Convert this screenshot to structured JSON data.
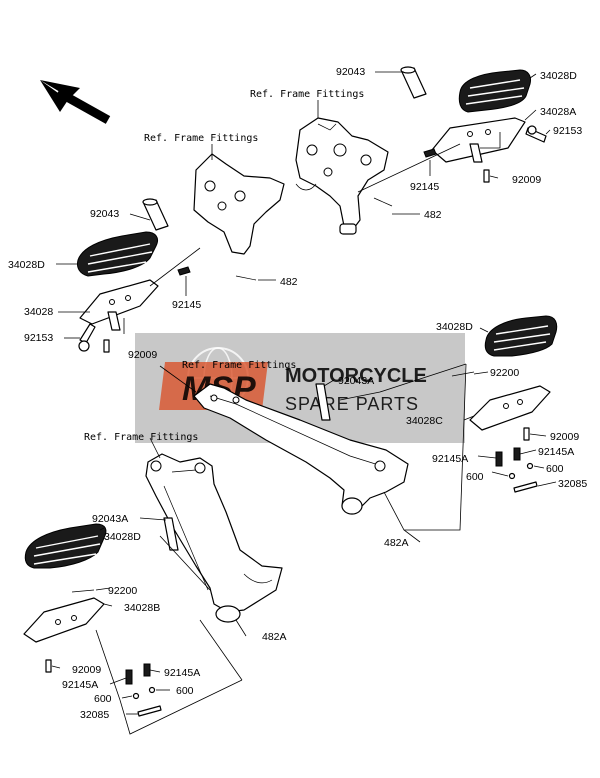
{
  "labels": {
    "ref_frame_top": "Ref. Frame Fittings",
    "ref_frame_left": "Ref. Frame Fittings",
    "ref_frame_mid": "Ref. Frame Fittings",
    "ref_frame_bottom": "Ref. Frame Fittings",
    "p92043_tr": "92043",
    "p34028D_tr": "34028D",
    "p34028A": "34028A",
    "p92153_tr": "92153",
    "p92145_tr": "92145",
    "p92009_tr": "92009",
    "p482_tr": "482",
    "p92043_l": "92043",
    "p34028D_l": "34028D",
    "p92145_l": "92145",
    "p482_l": "482",
    "p34028": "34028",
    "p92153_l": "92153",
    "p92009_l": "92009",
    "p34028D_mr": "34028D",
    "p92043A_m": "92043A",
    "p92200_r": "92200",
    "p34028C": "34028C",
    "p92009_r": "92009",
    "p92145A_r1": "92145A",
    "p92145A_r2": "92145A",
    "p600_r1": "600",
    "p600_r2": "600",
    "p32085_r": "32085",
    "p482A_m": "482A",
    "p92043A_b": "92043A",
    "p34028D_b": "34028D",
    "p92200_b": "92200",
    "p34028B": "34028B",
    "p482A_b": "482A",
    "p92009_b": "92009",
    "p92145A_b1": "92145A",
    "p92145A_b2": "92145A",
    "p600_b1": "600",
    "p600_b2": "600",
    "p32085_b": "32085"
  },
  "watermark": {
    "logo": "MSP",
    "line1": "MOTORCYCLE",
    "line2": "SPARE PARTS"
  },
  "colors": {
    "watermark_bg": "#9a9a9a",
    "watermark_logo": "#d9532b",
    "line": "#000000"
  },
  "icons": {
    "direction": "front-arrow-icon"
  }
}
